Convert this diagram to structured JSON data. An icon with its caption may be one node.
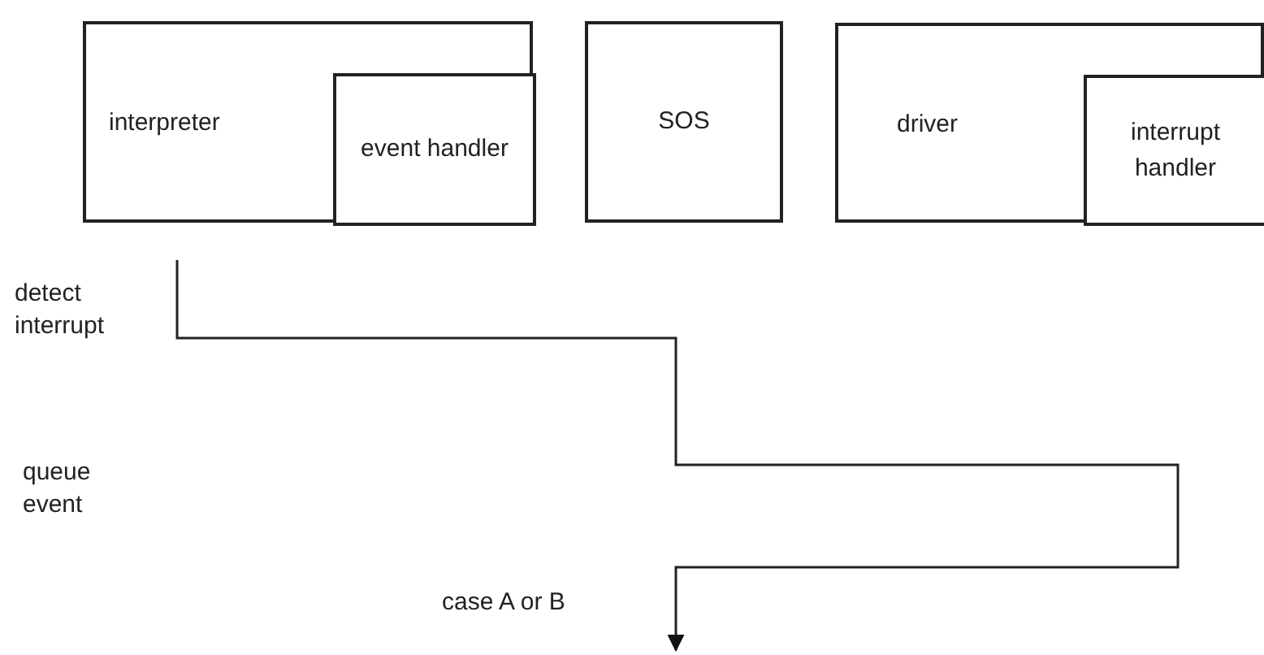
{
  "diagram": {
    "nodes": [
      {
        "text": [
          "interpreter"
        ]
      },
      {
        "text": [
          "event handler"
        ],
        "in": 0
      },
      {
        "text": [
          "SOS"
        ]
      },
      {
        "text": [
          "driver"
        ]
      },
      {
        "text": [
          "interrupt handler"
        ],
        "in": 3
      }
    ],
    "labels": [
      "detect interrupt",
      "queue event",
      "case A or B"
    ]
  }
}
